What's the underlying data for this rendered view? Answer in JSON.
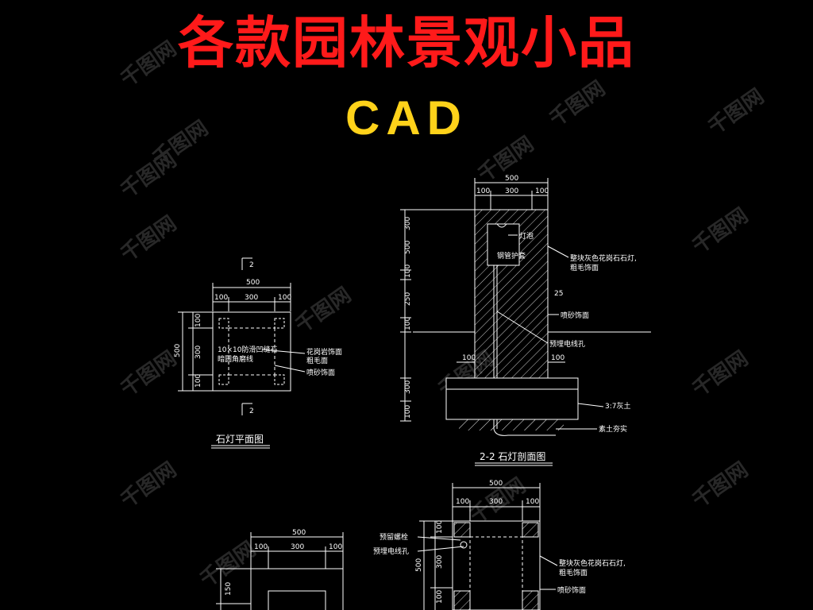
{
  "header": {
    "title_cn": "各款园林景观小品",
    "title_en": "CAD",
    "title_cn_color": "#ff1a1a",
    "title_en_color": "#ffd21a"
  },
  "watermark": {
    "text": "千图网"
  },
  "plan_view": {
    "caption": "石灯平面图",
    "section_mark": "2",
    "dims": {
      "total": "500",
      "left": "100",
      "mid": "300",
      "right": "100",
      "v_total": "500",
      "v_top": "100",
      "v_mid": "300",
      "v_bottom": "100"
    },
    "notes": [
      "10×10防滑凹缝石",
      "暗圆角磨线",
      "花岗岩饰面",
      "粗毛面",
      "喷砂饰面"
    ]
  },
  "section_view": {
    "caption": "2-2 石灯剖面图",
    "dims": {
      "total": "500",
      "left": "100",
      "mid": "300",
      "right": "100",
      "v1": "300",
      "v2": "500",
      "v3": "100",
      "v4": "250",
      "v5": "100",
      "v6": "300",
      "v7": "100",
      "base_l": "100",
      "base_r": "100",
      "off": "25"
    },
    "notes": [
      "灯泡",
      "钢管护套",
      "整块灰色花岗石石灯,",
      "粗毛饰面",
      "喷砂饰面",
      "预埋电线孔",
      "3:7灰土",
      "素土夯实"
    ]
  },
  "lower_view": {
    "dims": {
      "total": "500",
      "left": "100",
      "mid": "300",
      "right": "100",
      "v1": "100",
      "v2": "500",
      "v3": "300",
      "v4": "100"
    },
    "notes": [
      "预留螺栓",
      "预埋电线孔",
      "整块灰色花岗石石灯,",
      "粗毛饰面",
      "喷砂饰面"
    ]
  },
  "lower_left_view": {
    "dims": {
      "total": "500",
      "left": "100",
      "mid": "300",
      "right": "100",
      "v1": "150"
    }
  }
}
